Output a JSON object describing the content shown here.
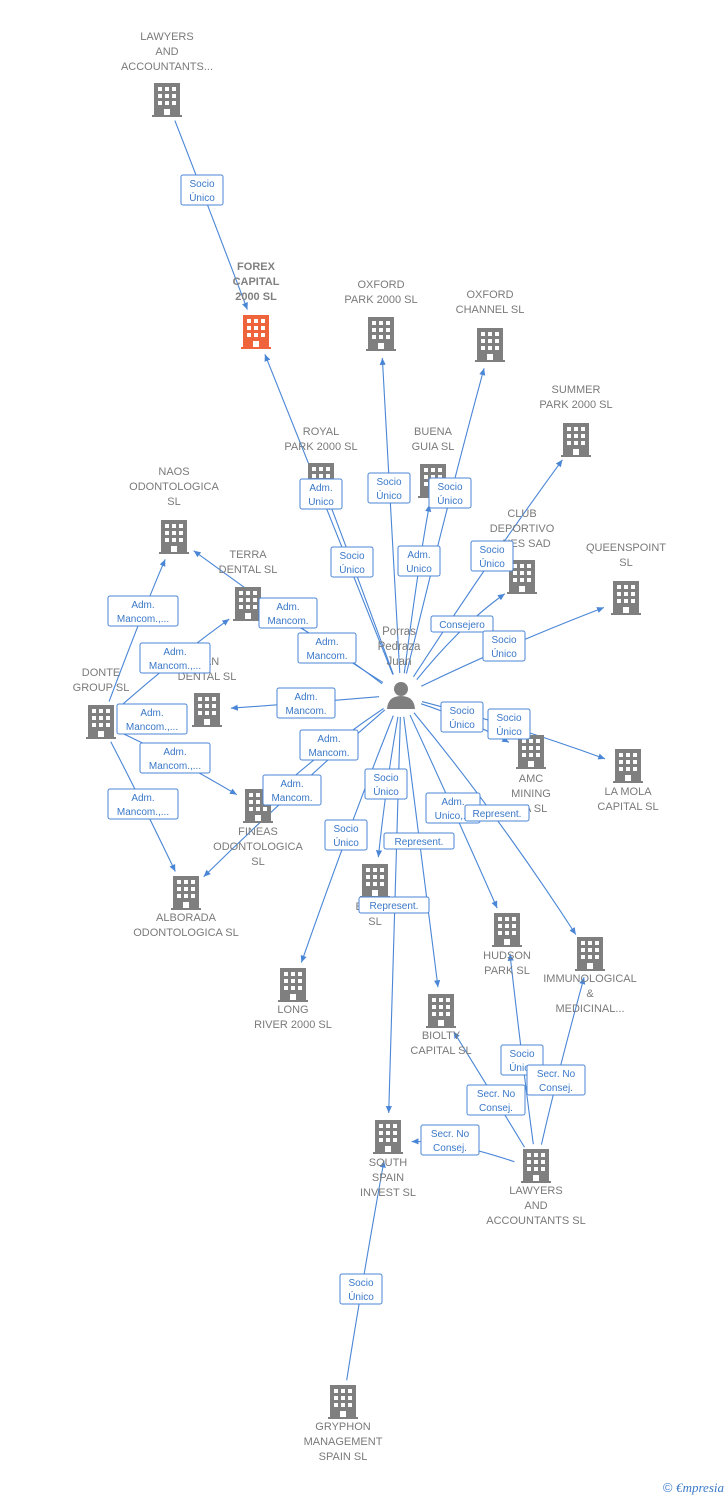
{
  "colors": {
    "building": "#7f7f7f",
    "highlight": "#f0643c",
    "edge": "#4a86d6",
    "label": "#7a7a7a"
  },
  "person": {
    "lines": [
      "Porras",
      "Pedraza",
      "Juan"
    ],
    "icon": "person-icon"
  },
  "companies": [
    {
      "id": "lawyers-top",
      "lines": [
        "LAWYERS",
        "AND",
        "ACCOUNTANTS..."
      ]
    },
    {
      "id": "forex",
      "lines": [
        "FOREX",
        "CAPITAL",
        "2000  SL"
      ],
      "highlight": true
    },
    {
      "id": "oxford-park",
      "lines": [
        "OXFORD",
        "PARK 2000  SL"
      ]
    },
    {
      "id": "oxford-channel",
      "lines": [
        "OXFORD",
        "CHANNEL  SL"
      ]
    },
    {
      "id": "summer-park",
      "lines": [
        "SUMMER",
        "PARK 2000  SL"
      ]
    },
    {
      "id": "royal-park",
      "lines": [
        "ROYAL",
        "PARK 2000  SL"
      ]
    },
    {
      "id": "buena-guia",
      "lines": [
        "BUENA",
        "GUIA  SL"
      ]
    },
    {
      "id": "naos",
      "lines": [
        "NAOS",
        "ODONTOLOGICA",
        "SL"
      ]
    },
    {
      "id": "club-deportivo",
      "lines": [
        "CLUB",
        "DEPORTIVO",
        "...NES SAD"
      ]
    },
    {
      "id": "queenspoint",
      "lines": [
        "QUEENSPOINT",
        "SL"
      ]
    },
    {
      "id": "terra-dental",
      "lines": [
        "TERRA",
        "DENTAL SL"
      ]
    },
    {
      "id": "dental",
      "lines": [
        "...AN",
        "DENTAL SL"
      ]
    },
    {
      "id": "donte",
      "lines": [
        "DONTE",
        "GROUP  SL"
      ]
    },
    {
      "id": "amc-mining",
      "lines": [
        "AMC",
        "MINING",
        "...A  SL"
      ]
    },
    {
      "id": "la-mola",
      "lines": [
        "LA MOLA",
        "CAPITAL  SL"
      ]
    },
    {
      "id": "fineas",
      "lines": [
        "FINEAS",
        "ODONTOLOGICA",
        "SL"
      ]
    },
    {
      "id": "alborada",
      "lines": [
        "ALBORADA",
        "ODONTOLOGICA SL"
      ]
    },
    {
      "id": "ever",
      "lines": [
        "EVER...",
        "SL"
      ]
    },
    {
      "id": "long-river",
      "lines": [
        "LONG",
        "RIVER 2000  SL"
      ]
    },
    {
      "id": "hudson",
      "lines": [
        "HUDSON",
        "PARK SL"
      ]
    },
    {
      "id": "immunological",
      "lines": [
        "IMMUNOLOGICAL",
        "&",
        "MEDICINAL..."
      ]
    },
    {
      "id": "biolty",
      "lines": [
        "BIOLTY",
        "CAPITAL SL"
      ]
    },
    {
      "id": "south-spain",
      "lines": [
        "SOUTH",
        "SPAIN",
        "INVEST SL"
      ]
    },
    {
      "id": "lawyers-bottom",
      "lines": [
        "LAWYERS",
        "AND",
        "ACCOUNTANTS SL"
      ]
    },
    {
      "id": "gryphon",
      "lines": [
        "GRYPHON",
        "MANAGEMENT",
        "SPAIN  SL"
      ]
    }
  ],
  "edges": [
    {
      "id": "lawyers-forex",
      "lines": [
        "Socio",
        "Único"
      ]
    },
    {
      "id": "p-forex",
      "lines": [
        "Adm.",
        "Unico"
      ]
    },
    {
      "id": "p-oxford-park",
      "lines": [
        "Socio",
        "Único"
      ]
    },
    {
      "id": "p-oxford-channel",
      "lines": [
        "Socio",
        "Único"
      ]
    },
    {
      "id": "p-royal",
      "lines": [
        "Socio",
        "Único"
      ]
    },
    {
      "id": "p-buena",
      "lines": [
        "Adm.",
        "Unico"
      ]
    },
    {
      "id": "p-summer",
      "lines": [
        "Socio",
        "Único"
      ]
    },
    {
      "id": "p-club",
      "lines": [
        "Consejero"
      ]
    },
    {
      "id": "p-queens",
      "lines": [
        "Socio",
        "Único"
      ]
    },
    {
      "id": "p-terra",
      "lines": [
        "Adm.",
        "Mancom."
      ]
    },
    {
      "id": "p-naos",
      "lines": [
        "Adm.",
        "Mancom."
      ]
    },
    {
      "id": "p-dental",
      "lines": [
        "Adm.",
        "Mancom."
      ]
    },
    {
      "id": "p-fineas",
      "lines": [
        "Adm.",
        "Mancom."
      ]
    },
    {
      "id": "p-alborada",
      "lines": [
        "Adm.",
        "Mancom."
      ]
    },
    {
      "id": "donte-naos",
      "lines": [
        "Adm.",
        "Mancom.,..."
      ]
    },
    {
      "id": "donte-terra",
      "lines": [
        "Adm.",
        "Mancom.,..."
      ]
    },
    {
      "id": "donte-dental",
      "lines": [
        "Adm.",
        "Mancom.,..."
      ]
    },
    {
      "id": "donte-fineas",
      "lines": [
        "Adm.",
        "Mancom.,..."
      ]
    },
    {
      "id": "donte-alborada",
      "lines": [
        "Adm.",
        "Mancom.,..."
      ]
    },
    {
      "id": "p-amc",
      "lines": [
        "Socio",
        "Único"
      ]
    },
    {
      "id": "p-lamola",
      "lines": [
        "Socio",
        "Único"
      ]
    },
    {
      "id": "p-long",
      "lines": [
        "Socio",
        "Único"
      ]
    },
    {
      "id": "p-ever",
      "lines": [
        "Socio",
        "Único"
      ]
    },
    {
      "id": "p-hudson",
      "lines": [
        "Adm.",
        "Unico,..."
      ]
    },
    {
      "id": "p-immuno",
      "lines": [
        "Represent."
      ]
    },
    {
      "id": "p-biolty",
      "lines": [
        "Represent."
      ]
    },
    {
      "id": "p-south",
      "lines": [
        "Represent."
      ]
    },
    {
      "id": "lawyers-hudson",
      "lines": [
        "Socio",
        "Único"
      ]
    },
    {
      "id": "lawyers-immuno",
      "lines": [
        "Secr.  No",
        "Consej."
      ]
    },
    {
      "id": "lawyers-biolty",
      "lines": [
        "Secr.  No",
        "Consej."
      ]
    },
    {
      "id": "lawyers-south",
      "lines": [
        "Secr.  No",
        "Consej."
      ]
    },
    {
      "id": "gryphon-south",
      "lines": [
        "Socio",
        "Único"
      ]
    }
  ],
  "footer": {
    "copyright": "©",
    "brand_e": "€",
    "brand_rest": "mpresia"
  }
}
